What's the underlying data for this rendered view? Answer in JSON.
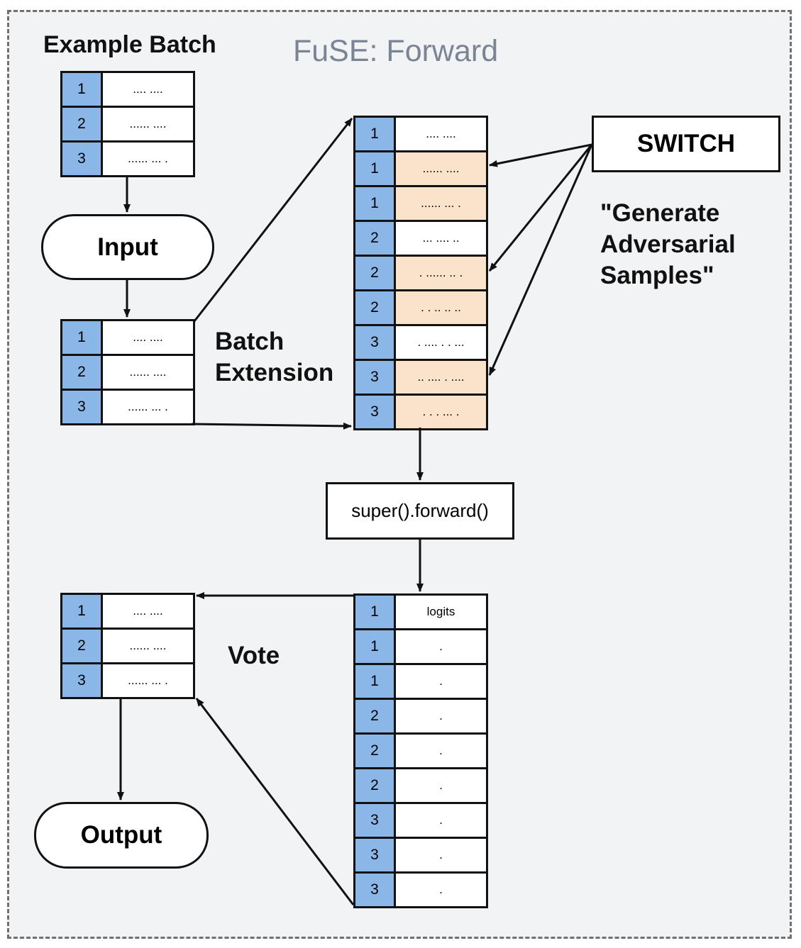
{
  "title": "FuSE: Forward",
  "example_batch": {
    "label": "Example Batch",
    "rows": [
      {
        "idx": "1",
        "val": ".... ...."
      },
      {
        "idx": "2",
        "val": "...... ...."
      },
      {
        "idx": "3",
        "val": "...... ... ."
      }
    ]
  },
  "input_label": "Input",
  "input_batch": {
    "rows": [
      {
        "idx": "1",
        "val": ".... ...."
      },
      {
        "idx": "2",
        "val": "...... ...."
      },
      {
        "idx": "3",
        "val": "...... ... ."
      }
    ]
  },
  "batch_extension_label": [
    "Batch",
    "Extension"
  ],
  "extended_batch": {
    "rows": [
      {
        "idx": "1",
        "val": ".... ....",
        "adversarial": false
      },
      {
        "idx": "1",
        "val": "...... ....",
        "adversarial": true
      },
      {
        "idx": "1",
        "val": "...... ... .",
        "adversarial": true
      },
      {
        "idx": "2",
        "val": "... .... ..",
        "adversarial": false
      },
      {
        "idx": "2",
        "val": ". ...... .. .",
        "adversarial": true
      },
      {
        "idx": "2",
        "val": ". . .. .. ..",
        "adversarial": true
      },
      {
        "idx": "3",
        "val": ". .... . . ...",
        "adversarial": false
      },
      {
        "idx": "3",
        "val": ".. .... . ....",
        "adversarial": true
      },
      {
        "idx": "3",
        "val": ". . . ... .",
        "adversarial": true
      }
    ]
  },
  "switch_label": "SWITCH",
  "generate_label": [
    "\"Generate",
    "Adversarial",
    "Samples\""
  ],
  "forward_label": "super().forward()",
  "logits_batch": {
    "rows": [
      {
        "idx": "1",
        "val": "logits"
      },
      {
        "idx": "1",
        "val": "."
      },
      {
        "idx": "1",
        "val": "."
      },
      {
        "idx": "2",
        "val": "."
      },
      {
        "idx": "2",
        "val": "."
      },
      {
        "idx": "2",
        "val": "."
      },
      {
        "idx": "3",
        "val": "."
      },
      {
        "idx": "3",
        "val": "."
      },
      {
        "idx": "3",
        "val": "."
      }
    ]
  },
  "vote_label": "Vote",
  "vote_batch": {
    "rows": [
      {
        "idx": "1",
        "val": ".... ...."
      },
      {
        "idx": "2",
        "val": "...... ...."
      },
      {
        "idx": "3",
        "val": "...... ... ."
      }
    ]
  },
  "output_label": "Output",
  "colors": {
    "index_cell": "#8ab6e8",
    "adversarial_cell": "#fbe3cb",
    "background": "#f2f3f5",
    "title": "#7a8494"
  }
}
